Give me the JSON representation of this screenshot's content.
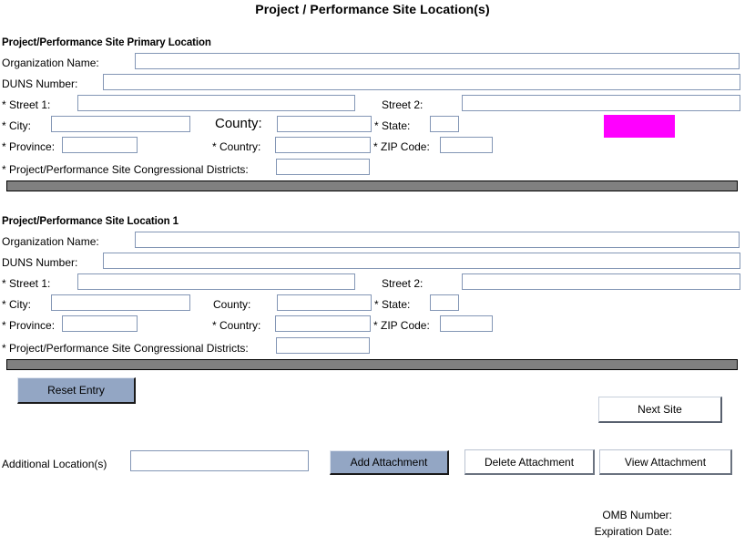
{
  "page": {
    "title": "Project / Performance Site Location(s)"
  },
  "sections": [
    {
      "heading": "Project/Performance Site Primary Location",
      "fields": {
        "organization_name_label": "Organization Name:",
        "organization_name_value": "",
        "duns_number_label": "DUNS Number:",
        "duns_number_value": "",
        "street1_label": "* Street 1:",
        "street1_value": "",
        "street2_label": "Street 2:",
        "street2_value": "",
        "city_label": "* City:",
        "city_value": "",
        "county_label": "County:",
        "county_value": "",
        "state_label": "* State:",
        "state_value": "",
        "province_label": "* Province:",
        "province_value": "",
        "country_label": "* Country:",
        "country_value": "",
        "zip_label": "* ZIP Code:",
        "zip_value": "",
        "districts_label": "* Project/Performance Site Congressional Districts:",
        "districts_value": ""
      }
    },
    {
      "heading": "Project/Performance Site Location 1",
      "fields": {
        "organization_name_label": "Organization Name:",
        "organization_name_value": "",
        "duns_number_label": "DUNS Number:",
        "duns_number_value": "",
        "street1_label": "* Street 1:",
        "street1_value": "",
        "street2_label": "Street 2:",
        "street2_value": "",
        "city_label": "* City:",
        "city_value": "",
        "county_label": "County:",
        "county_value": "",
        "state_label": "* State:",
        "state_value": "",
        "province_label": "* Province:",
        "province_value": "",
        "country_label": "* Country:",
        "country_value": "",
        "zip_label": "* ZIP Code:",
        "zip_value": "",
        "districts_label": "* Project/Performance Site Congressional Districts:",
        "districts_value": ""
      }
    }
  ],
  "actions": {
    "reset_entry": "Reset Entry",
    "next_site": "Next Site",
    "add_attachment": "Add Attachment",
    "delete_attachment": "Delete Attachment",
    "view_attachment": "View  Attachment"
  },
  "additional": {
    "label": "Additional Location(s)",
    "value": ""
  },
  "footer": {
    "omb_number_label": "OMB Number:",
    "omb_number_value": "",
    "expiration_date_label": "Expiration Date:",
    "expiration_date_value": ""
  },
  "colors": {
    "highlight": "#ff00ff",
    "divider": "#808080",
    "button_primary": "#93a6c4",
    "field_border": "#8396b5"
  }
}
